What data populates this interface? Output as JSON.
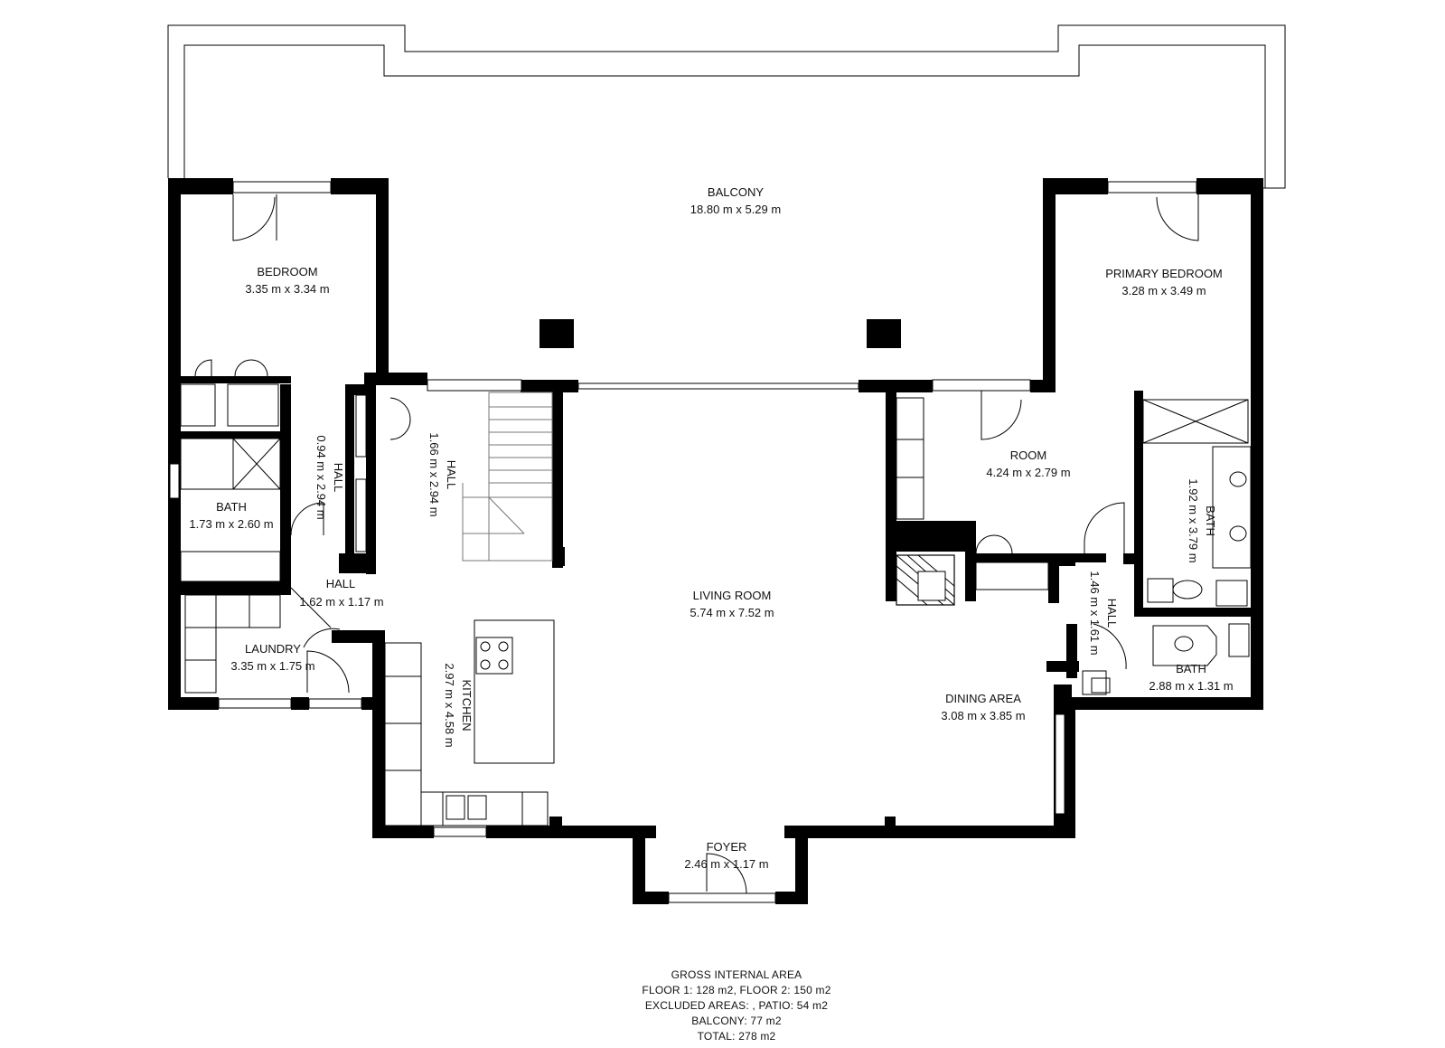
{
  "rooms": {
    "balcony": {
      "name": "BALCONY",
      "dims": "18.80 m x 5.29 m"
    },
    "bedroom": {
      "name": "BEDROOM",
      "dims": "3.35 m x 3.34 m"
    },
    "primary": {
      "name": "PRIMARY BEDROOM",
      "dims": "3.28 m x 3.49 m"
    },
    "hall_a": {
      "name": "HALL",
      "dims": "0.94 m x 2.94 m"
    },
    "hall_b": {
      "name": "HALL",
      "dims": "1.66 m x 2.94 m"
    },
    "bath_l": {
      "name": "BATH",
      "dims": "1.73 m x 2.60 m"
    },
    "hall_c": {
      "name": "HALL",
      "dims": "1.62 m x 1.17 m"
    },
    "laundry": {
      "name": "LAUNDRY",
      "dims": "3.35 m x 1.75 m"
    },
    "kitchen": {
      "name": "KITCHEN",
      "dims": "2.97 m x 4.58 m"
    },
    "living": {
      "name": "LIVING ROOM",
      "dims": "5.74 m x 7.52 m"
    },
    "room": {
      "name": "ROOM",
      "dims": "4.24 m x 2.79 m"
    },
    "bath_r": {
      "name": "BATH",
      "dims": "1.92 m x 3.79 m"
    },
    "hall_d": {
      "name": "HALL",
      "dims": "1.46 m x 1.61 m"
    },
    "bath_s": {
      "name": "BATH",
      "dims": "2.88 m x 1.31 m"
    },
    "dining": {
      "name": "DINING AREA",
      "dims": "3.08 m x 3.85 m"
    },
    "foyer": {
      "name": "FOYER",
      "dims": "2.46 m x 1.17 m"
    }
  },
  "footer": {
    "line1": "GROSS INTERNAL AREA",
    "line2": "FLOOR 1: 128 m2, FLOOR 2: 150 m2",
    "line3": "EXCLUDED AREAS: , PATIO: 54 m2",
    "line4": "BALCONY: 77 m2",
    "line5": "TOTAL: 278 m2"
  }
}
